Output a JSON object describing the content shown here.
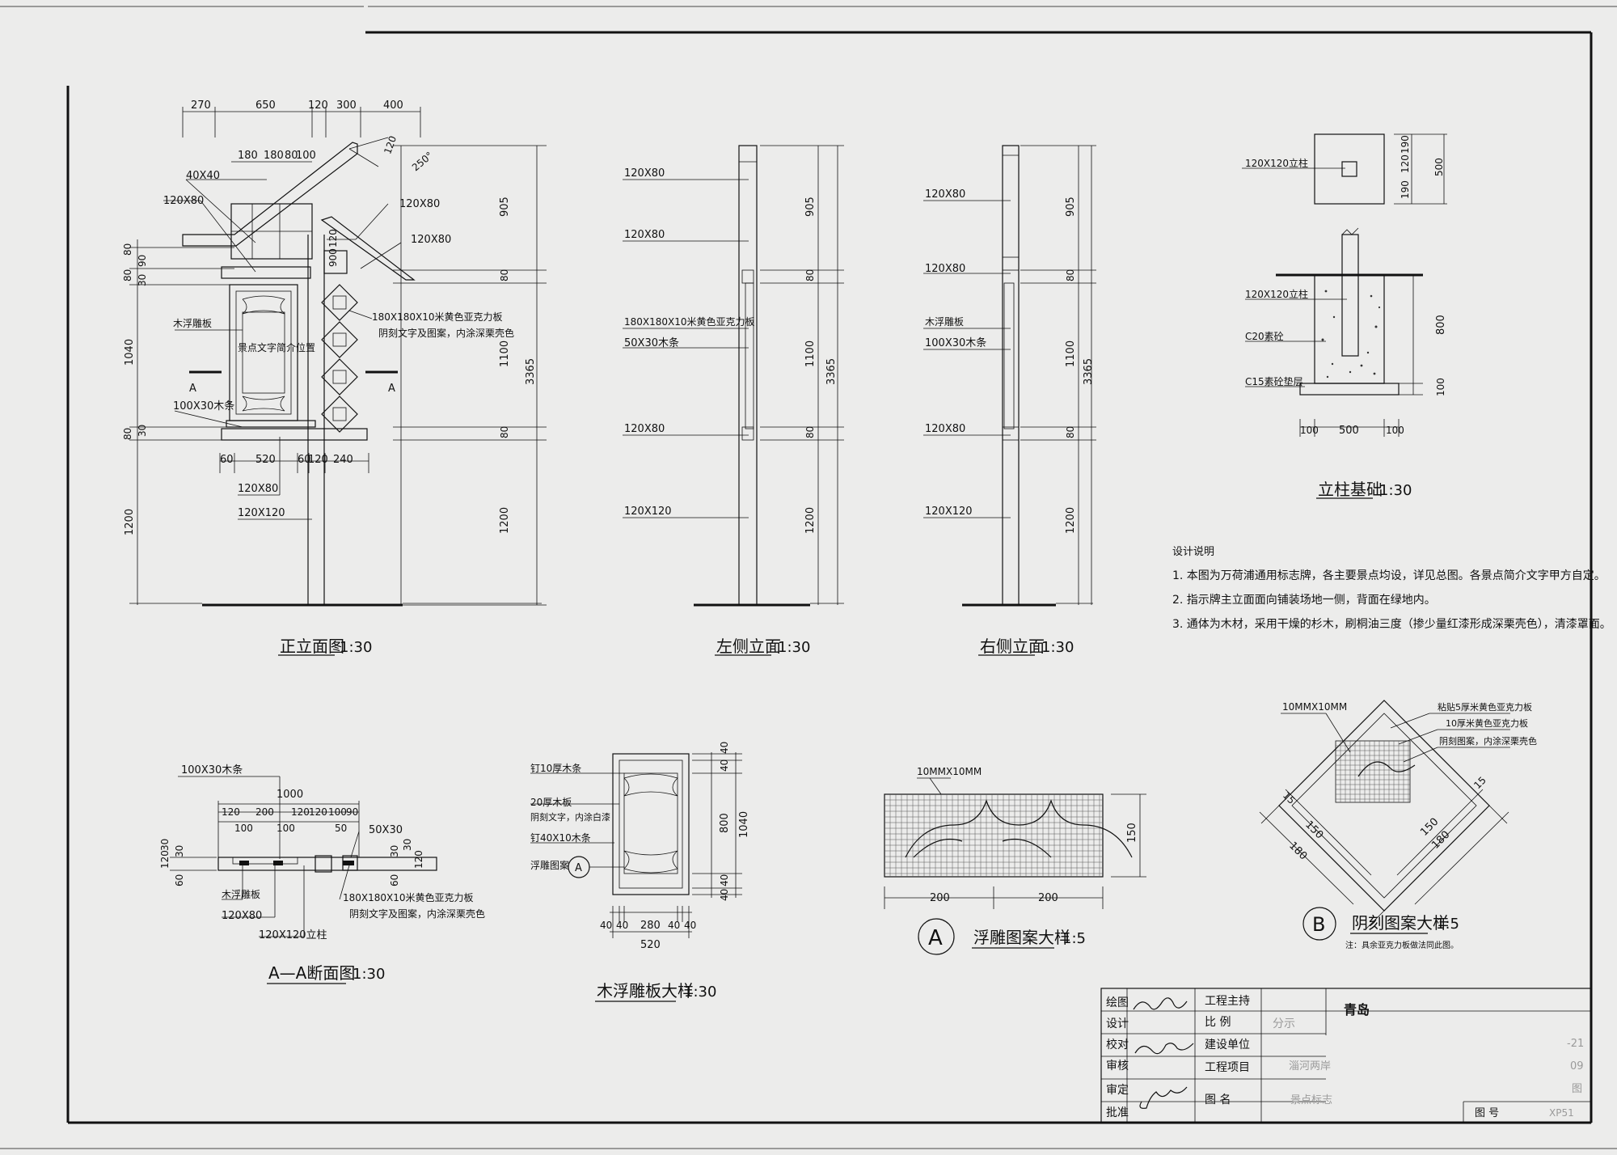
{
  "drawing": {
    "front_elevation": {
      "title": "正立面图",
      "scale": "1:30",
      "dims_top": [
        "270",
        "650",
        "120",
        "300",
        "400"
      ],
      "dims_top2": [
        "180",
        "180",
        "80",
        "100"
      ],
      "dims_angle": [
        "120",
        "250°"
      ],
      "dims_left": [
        "80",
        "90",
        "80",
        "30",
        "1040",
        "80",
        "30",
        "1200"
      ],
      "dims_right": [
        "905",
        "80",
        "1100",
        "80",
        "1200",
        "3365"
      ],
      "dims_misc": [
        "900",
        "120"
      ],
      "dims_bottom": [
        "60",
        "520",
        "60",
        "120",
        "240"
      ],
      "labels": [
        "40X40",
        "120X80",
        "120X80",
        "120X80",
        "木浮雕板",
        "景点文字简介位置",
        "100X30木条",
        "120X80",
        "120X120"
      ],
      "acrylic_note_1": "180X180X10米黄色亚克力板",
      "acrylic_note_2": "阴刻文字及图案，内涂深栗壳色",
      "section_mark": "A"
    },
    "left_elevation": {
      "title": "左侧立面",
      "scale": "1:30",
      "labels": [
        "120X80",
        "120X80",
        "180X180X10米黄色亚克力板",
        "50X30木条",
        "120X80",
        "120X120"
      ],
      "dims": [
        "905",
        "80",
        "1100",
        "80",
        "1200",
        "3365"
      ]
    },
    "right_elevation": {
      "title": "右侧立面",
      "scale": "1:30",
      "labels": [
        "120X80",
        "120X80",
        "木浮雕板",
        "100X30木条",
        "120X80",
        "120X120"
      ],
      "dims": [
        "905",
        "80",
        "1100",
        "80",
        "1200",
        "3365"
      ]
    },
    "foundation": {
      "title": "立柱基础",
      "scale": "1:30",
      "labels": [
        "120X120立柱",
        "120X120立柱",
        "C20素砼",
        "C15素砼垫层"
      ],
      "dims": [
        "190",
        "120",
        "190",
        "500",
        "800",
        "100",
        "100",
        "500",
        "100"
      ]
    },
    "design_notes": {
      "heading": "设计说明",
      "items": [
        "1.  本图为万荷浦通用标志牌，各主要景点均设，详见总图。各景点简介文字甲方自定。",
        "2.  指示牌主立面面向铺装场地一侧，背面在绿地内。",
        "3.  通体为木材，采用干燥的杉木，刷桐油三度（掺少量红漆形成深栗壳色），清漆罩面。"
      ]
    },
    "section_aa": {
      "title": "A—A断面图",
      "scale": "1:30",
      "labels": [
        "100X30木条",
        "50X30",
        "木浮雕板",
        "120X80",
        "120X120立柱",
        "180X180X10米黄色亚克力板",
        "阴刻文字及图案，内涂深栗壳色"
      ],
      "dims": [
        "1000",
        "120",
        "200",
        "120",
        "120",
        "100",
        "90",
        "100",
        "100",
        "50",
        "120",
        "30",
        "60",
        "30",
        "120",
        "30",
        "60",
        "30"
      ]
    },
    "wood_panel": {
      "title": "木浮雕板大样",
      "scale": "1:30",
      "labels": [
        "钉10厚木条",
        "20厚木板",
        "阴刻文字，内涂白漆",
        "钉40X10木条",
        "浮雕图案"
      ],
      "dims": [
        "40",
        "40",
        "800",
        "1040",
        "40",
        "40",
        "40",
        "40",
        "280",
        "40",
        "40",
        "520"
      ],
      "callout": "A"
    },
    "relief_detail": {
      "mark": "A",
      "title": "浮雕图案大样",
      "scale": "1:5",
      "grid_label": "10MMX10MM",
      "dims": [
        "200",
        "200",
        "150"
      ]
    },
    "engrave_detail": {
      "mark": "B",
      "title": "阴刻图案大样",
      "scale": "1:5",
      "grid_label": "10MMX10MM",
      "labels": [
        "粘贴5厚米黄色亚克力板",
        "10厚米黄色亚克力板",
        "阴刻图案，内涂深栗壳色"
      ],
      "dims": [
        "15",
        "150",
        "180",
        "15",
        "150",
        "180"
      ],
      "note": "注：具余亚克力板做法同此图。"
    }
  },
  "title_block": {
    "left_labels": [
      "绘图",
      "设计",
      "校对",
      "审核",
      "审定",
      "批准"
    ],
    "mid_labels": [
      "工程主持",
      "比  例",
      "建设单位",
      "工程项目",
      "图  名"
    ],
    "values": [
      "分示",
      "淄河两岸",
      "景点标志"
    ],
    "company": "青岛",
    "right_frag": [
      "-21",
      "09",
      "图",
      "图  号",
      "XP51"
    ]
  }
}
